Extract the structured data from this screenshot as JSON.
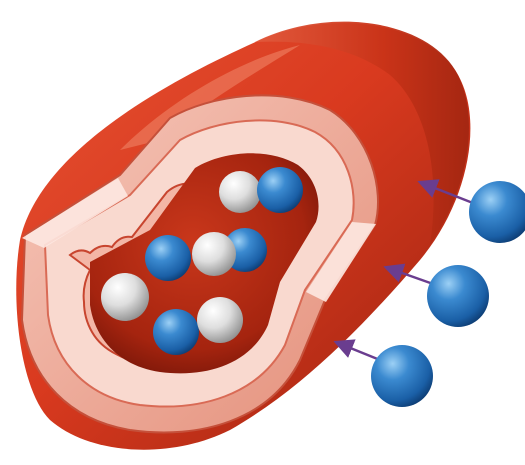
{
  "colors": {
    "background": "#ffffff",
    "vessel_outer": "#d93a1f",
    "vessel_dark": "#8e1c0e",
    "vessel_highlight": "#f0886c",
    "wall_pink": "#f2b7a8",
    "wall_light": "#fbe3dc",
    "lumen": "#b62a14",
    "particle_blue": "#1f6fb5",
    "particle_white": "#d8d8d8",
    "arrow": "#6a3d8f"
  },
  "figure": {
    "subject": "blood-vessel-cross-section",
    "particles_inside": [
      {
        "kind": "white"
      },
      {
        "kind": "blue"
      },
      {
        "kind": "blue"
      },
      {
        "kind": "white"
      },
      {
        "kind": "blue"
      },
      {
        "kind": "white"
      },
      {
        "kind": "blue"
      },
      {
        "kind": "white"
      }
    ],
    "particles_outside": [
      {
        "kind": "blue"
      },
      {
        "kind": "blue"
      },
      {
        "kind": "blue"
      }
    ],
    "arrows": [
      {
        "from": "outside-particle-1",
        "to": "vessel-wall"
      },
      {
        "from": "outside-particle-2",
        "to": "vessel-wall"
      },
      {
        "from": "outside-particle-3",
        "to": "vessel-wall"
      }
    ]
  }
}
